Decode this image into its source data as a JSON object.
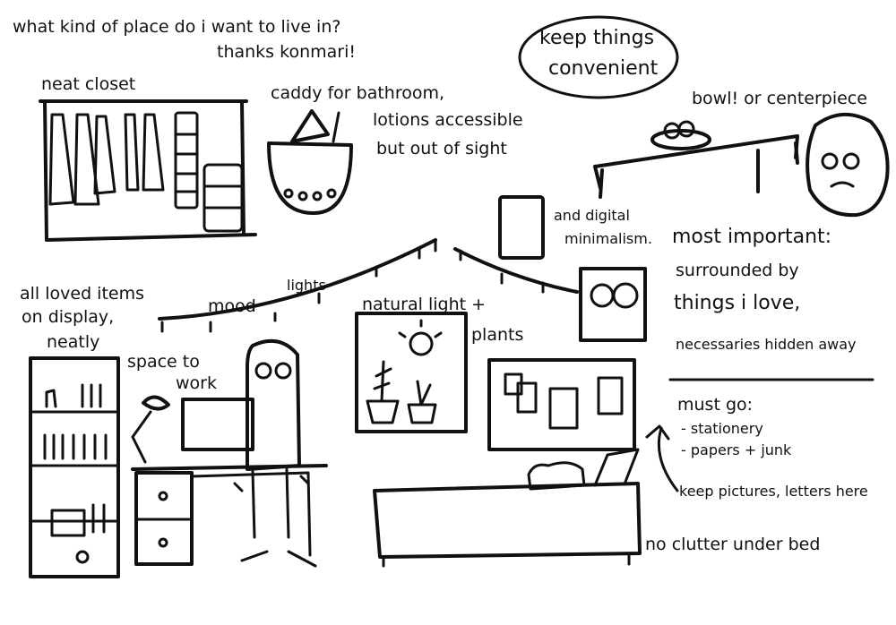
{
  "notes": {
    "heading": "what kind of place do i want to live in?",
    "thanks": "thanks konmari!",
    "bubble_line1": "keep things",
    "bubble_line2": "convenient",
    "closet": "neat closet",
    "caddy_line1": "caddy for bathroom,",
    "caddy_line2": "lotions accessible",
    "caddy_line3": "but out of sight",
    "bowl": "bowl! or centerpiece",
    "digital_line1": "and digital",
    "digital_line2": "minimalism.",
    "important_line1": "most important:",
    "important_line2": "surrounded by",
    "important_line3": "things i love,",
    "important_line4": "necessaries hidden away",
    "loved_line1": "all loved items",
    "loved_line2": "on display,",
    "loved_line3": "neatly",
    "mood": "mood",
    "lights": "lights",
    "natural": "natural light +",
    "plants": "plants",
    "space_line1": "space to",
    "space_line2": "work",
    "must_go": "must go:",
    "stationery": "- stationery",
    "papers": "- papers + junk",
    "keep_pictures": "keep pictures, letters here",
    "no_clutter": "no clutter under bed"
  }
}
